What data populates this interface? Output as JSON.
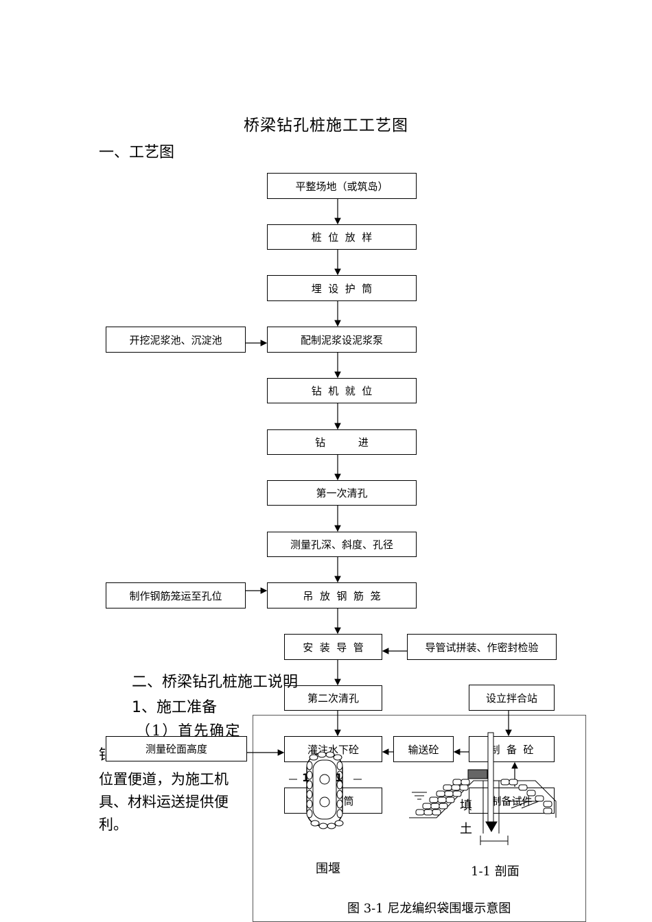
{
  "title": "桥梁钻孔桩施工工艺图",
  "section1": "一、工艺图",
  "flow": {
    "main": [
      "平整场地（或筑岛）",
      "桩  位  放  样",
      "埋  设  护  筒",
      "配制泥浆设泥浆泵",
      "钻  机  就  位",
      "钻          进",
      "第一次清孔",
      "测量孔深、斜度、孔径",
      "吊  放  钢  筋  笼",
      "安  装  导  管",
      "第二次清孔",
      "灌注水下砼",
      "拔出护筒"
    ],
    "side": {
      "mud_pit": "开挖泥浆池、沉淀池",
      "cage": "制作钢筋笼运至孔位",
      "pipe_test": "导管试拼装、作密封检验",
      "mix_station": "设立拌合站",
      "convey": "输送砼",
      "prepare": "制  备  砼",
      "measure": "测量砼面高度",
      "sample": "制备试件"
    }
  },
  "section2": "二、桥梁钻孔桩施工说明",
  "section2_sub": "1、施工准备",
  "para": {
    "line1": "（1）首先确定",
    "line2": "钻",
    "line3": "位置便道，为施工机",
    "line4": "具、材料运送提供便",
    "line5": "利。"
  },
  "figure": {
    "label_left": "围堰",
    "label_right": "1-1 剖面",
    "section_mark": "1",
    "fill_label": "填",
    "soil_label": "土",
    "caption": "图 3-1 尼龙编织袋围堰示意图"
  }
}
